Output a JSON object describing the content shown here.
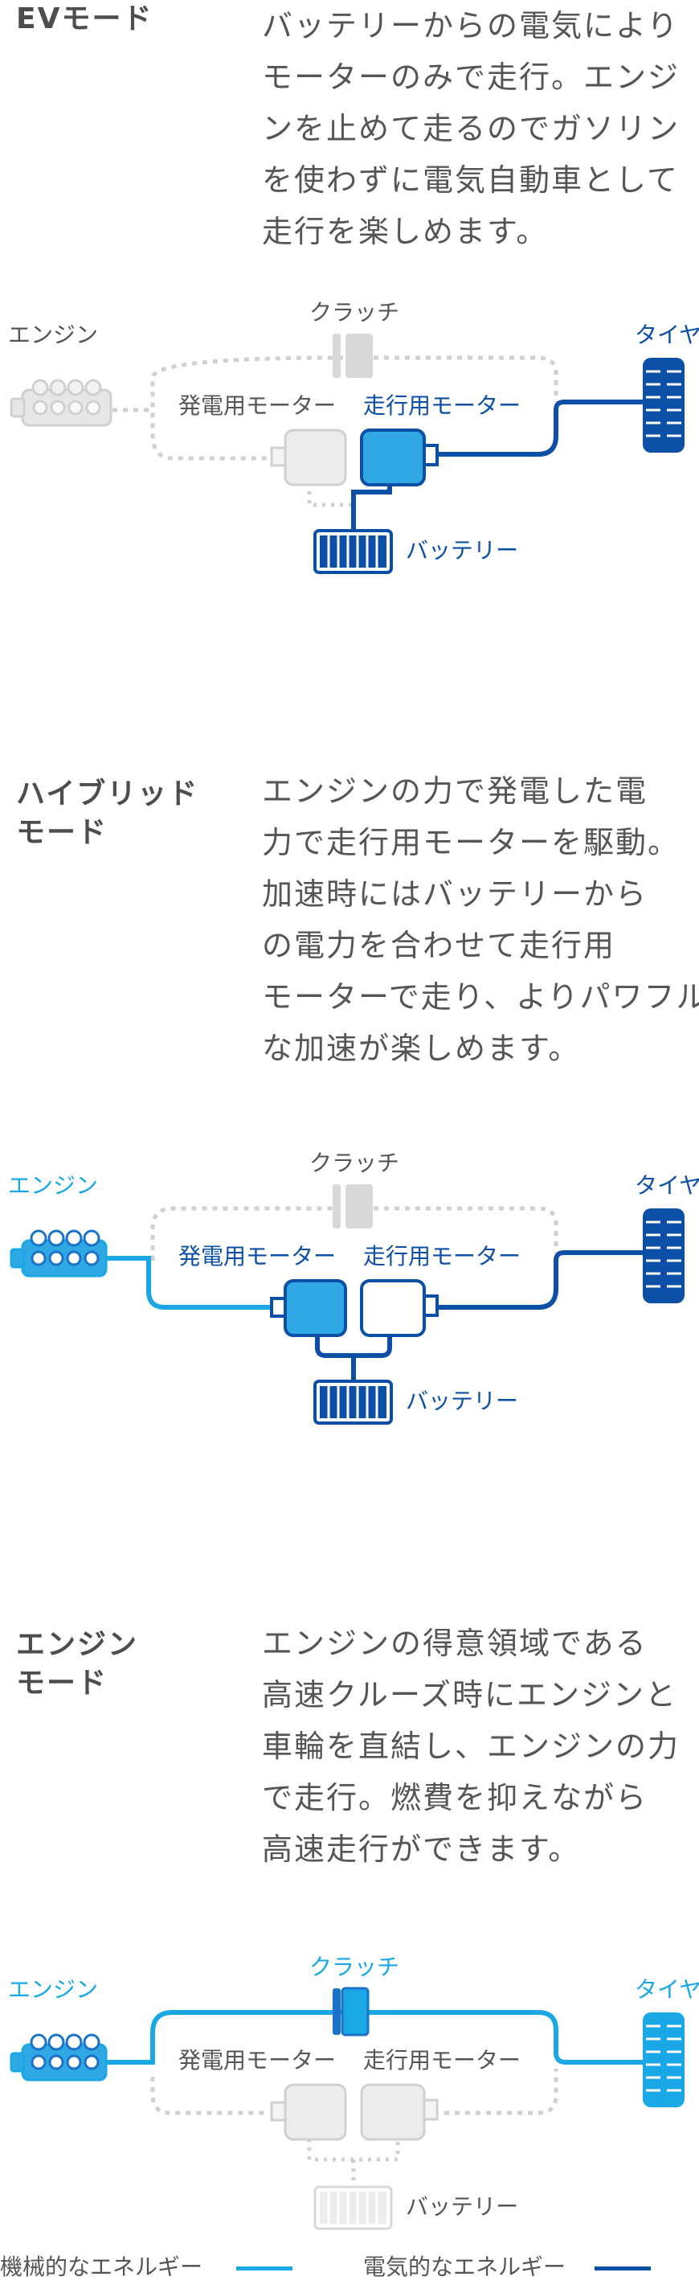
{
  "colors": {
    "mechanical": "#1aa7e6",
    "electric": "#0b4fa6",
    "inactive": "#d0d0d0",
    "text": "#555555"
  },
  "labels": {
    "engine": "エンジン",
    "clutch": "クラッチ",
    "tire": "タイヤ",
    "generator": "発電用モーター",
    "drive_motor": "走行用モーター",
    "battery": "バッテリー"
  },
  "modes": [
    {
      "title": [
        "EVモード"
      ],
      "description": [
        "バッテリーからの電気により",
        "モーターのみで走行。エンジ",
        "ンを止めて走るのでガソリン",
        "を使わずに電気自動車として",
        "走行を楽しめます。"
      ],
      "active": {
        "engine": false,
        "clutch": false,
        "generator": false,
        "drive_motor": true,
        "battery": true,
        "tire": "electric"
      }
    },
    {
      "title": [
        "ハイブリッド",
        "モード"
      ],
      "description": [
        "エンジンの力で発電した電",
        "力で走行用モーターを駆動。",
        "加速時にはバッテリーから",
        "の電力を合わせて走行用",
        "モーターで走り、よりパワフル",
        "な加速が楽しめます。"
      ],
      "active": {
        "engine": true,
        "clutch": false,
        "generator": true,
        "drive_motor": true,
        "battery": true,
        "tire": "electric"
      }
    },
    {
      "title": [
        "エンジン",
        "モード"
      ],
      "description": [
        "エンジンの得意領域である",
        "高速クルーズ時にエンジンと",
        "車輪を直結し、エンジンの力",
        "で走行。燃費を抑えながら",
        "高速走行ができます。"
      ],
      "active": {
        "engine": true,
        "clutch": true,
        "generator": false,
        "drive_motor": false,
        "battery": false,
        "tire": "mechanical"
      }
    }
  ],
  "legend": {
    "mechanical_label": "機械的なエネルギー",
    "electric_label": "電気的なエネルギー"
  }
}
